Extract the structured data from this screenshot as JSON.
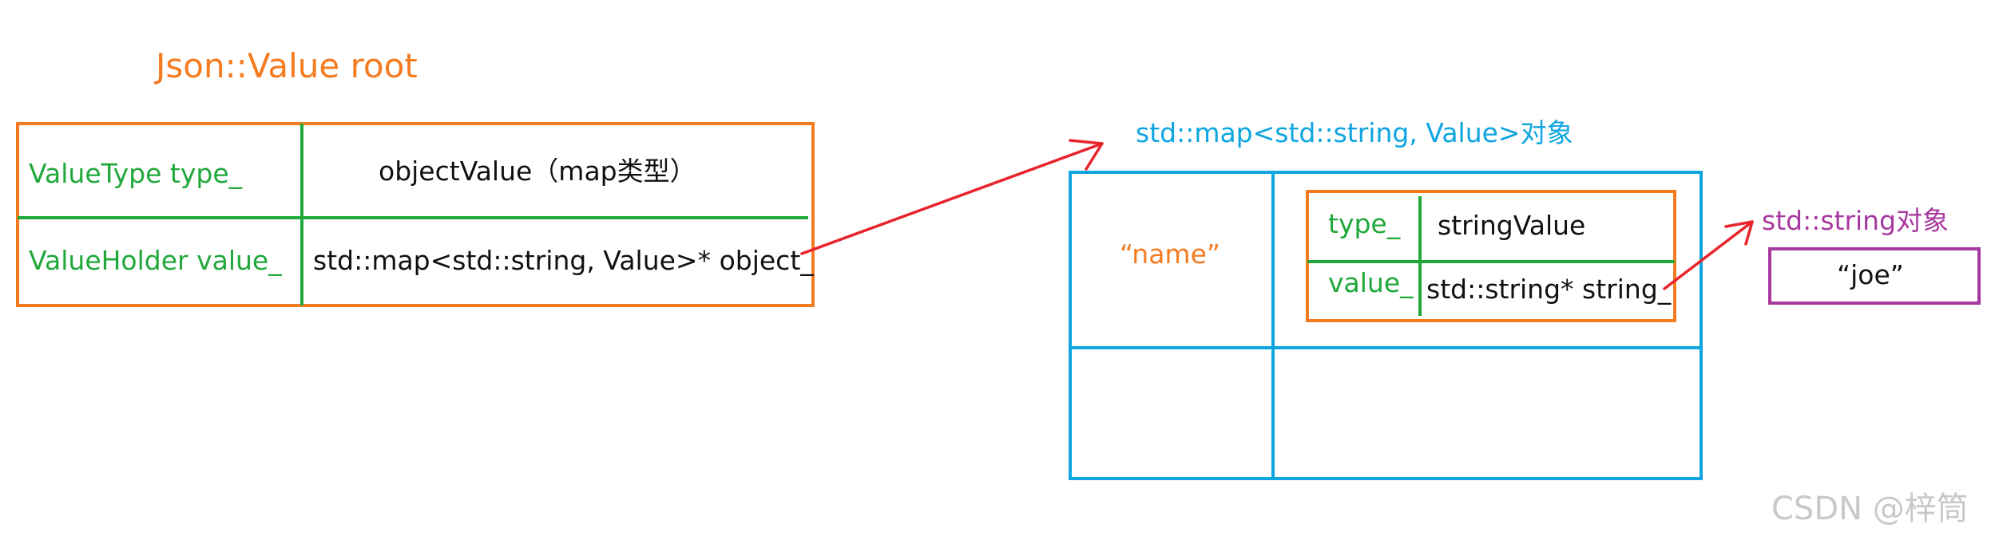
{
  "colors": {
    "orange": "#f47b20",
    "green": "#20a83a",
    "blue": "#0ea5e0",
    "red": "#e8242b",
    "purple": "#a7389f",
    "text": "#111111",
    "watermark": "#c8c8c8"
  },
  "root": {
    "title": "Json::Value  root",
    "rows": [
      {
        "field": "ValueType type_",
        "value": "objectValue（map类型）"
      },
      {
        "field": "ValueHolder value_",
        "value": "std::map<std::string, Value>* object_"
      }
    ]
  },
  "map": {
    "title": "std::map<std::string, Value>对象",
    "key": "“name”",
    "entry": {
      "rows": [
        {
          "field": "type_",
          "value": "stringValue"
        },
        {
          "field": "value_",
          "value": "std::string* string_"
        }
      ]
    }
  },
  "string_object": {
    "title": "std::string对象",
    "value": "“joe”"
  },
  "watermark": "CSDN @梓筒"
}
